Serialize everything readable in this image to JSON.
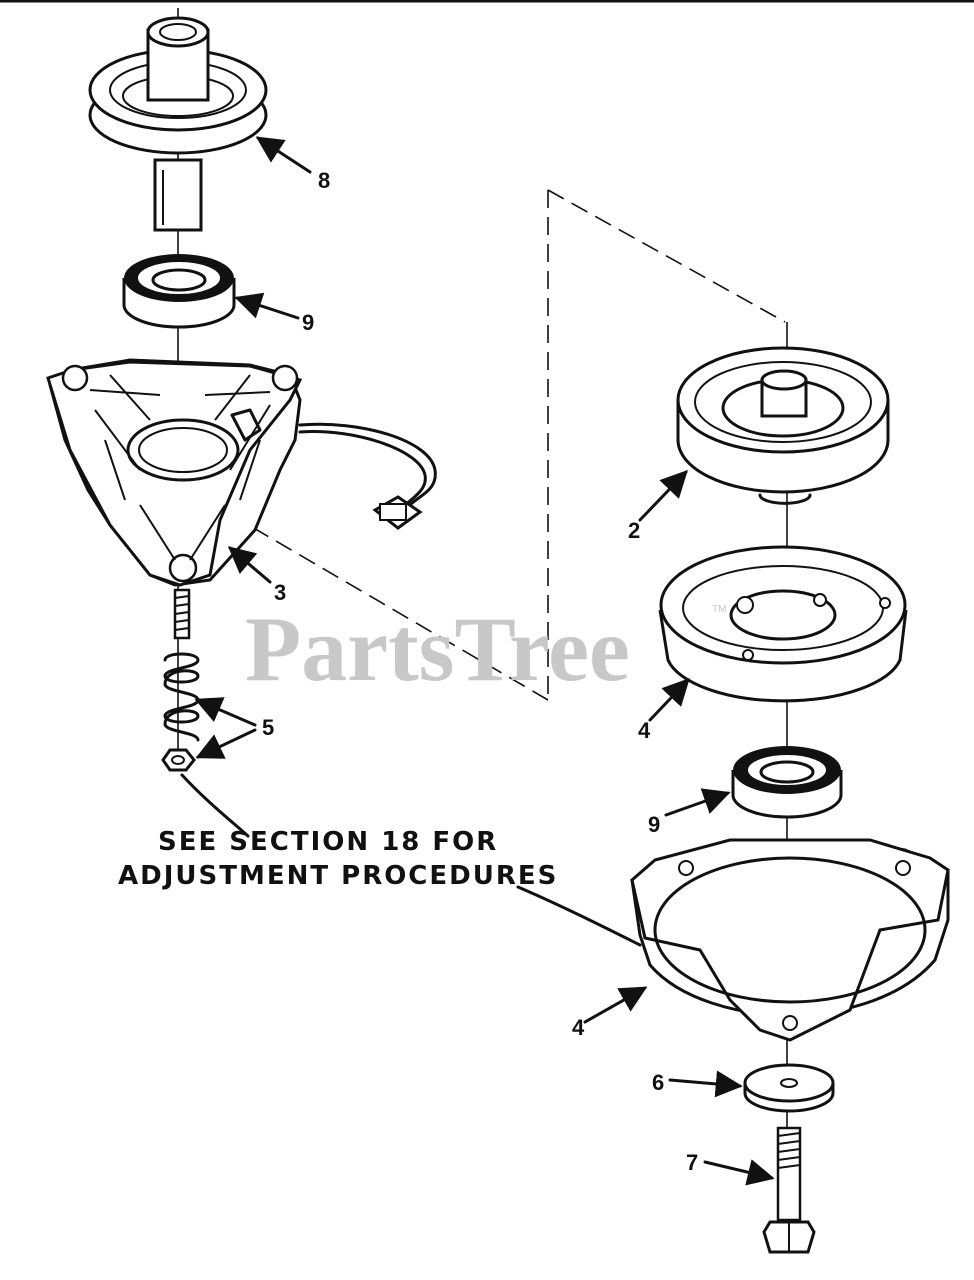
{
  "watermark": {
    "text": "PartsTree",
    "mark": "TM"
  },
  "note": {
    "line1": "SEE SECTION 18 FOR",
    "line2": "ADJUSTMENT PROCEDURES"
  },
  "callouts": {
    "pulley_top": "8",
    "bearing_top": "9",
    "housing": "3",
    "spring_nut": "5",
    "rotor": "2",
    "armature": "4",
    "bearing_bottom": "9",
    "guard": "4",
    "washer": "6",
    "bolt": "7"
  },
  "colors": {
    "ink": "#111111",
    "watermark": "#c8c8c8",
    "background": "#ffffff"
  }
}
